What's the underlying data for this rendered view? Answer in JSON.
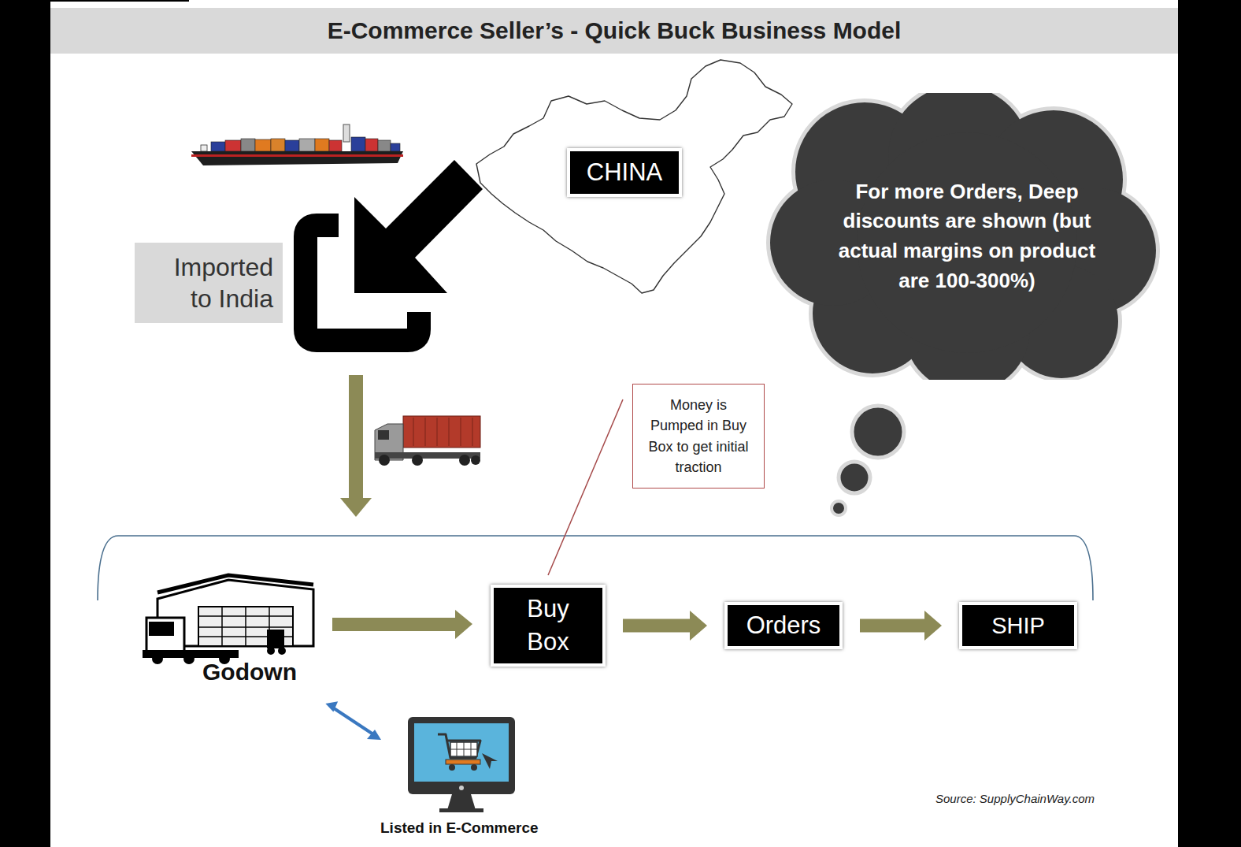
{
  "diagram": {
    "title": "E-Commerce Seller’s - Quick Buck Business Model",
    "nodes": [
      {
        "text": [
          "CHINA"
        ]
      },
      {
        "text": [
          "Imported to India"
        ]
      },
      {
        "text": [
          "For more Orders, Deep discounts are shown (but actual margins on product are 100-300%)"
        ]
      },
      {
        "text": [
          "Money is Pumped in Buy Box to get initial traction"
        ]
      },
      {
        "text": [
          "Buy Box"
        ]
      },
      {
        "text": [
          "Orders"
        ]
      },
      {
        "text": [
          "SHIP"
        ]
      }
    ],
    "edges": [
      {
        "from": 4,
        "to": 5,
        "arrow": "to"
      },
      {
        "from": 5,
        "to": 6,
        "arrow": "to"
      },
      {
        "from": 3,
        "to": 4,
        "arrow": "none"
      }
    ],
    "labels": [
      "Godown",
      "Listed in E-Commerce",
      "Source: SupplyChainWay.com"
    ]
  }
}
